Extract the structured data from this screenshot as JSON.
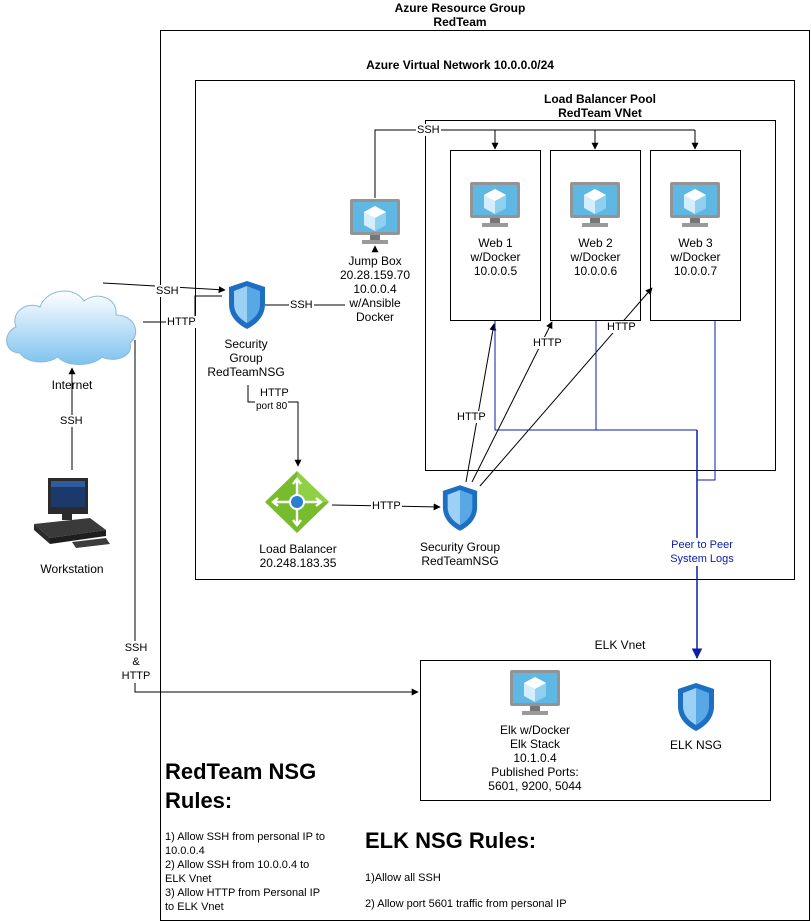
{
  "resource_group": {
    "line1": "Azure Resource Group",
    "line2": "RedTeam"
  },
  "vnet": {
    "title": "Azure Virtual Network 10.0.0.0/24"
  },
  "pool": {
    "line1": "Load Balancer Pool",
    "line2": "RedTeam VNet"
  },
  "webs": [
    {
      "name": "Web 1",
      "docker": "w/Docker",
      "ip": "10.0.0.5"
    },
    {
      "name": "Web 2",
      "docker": "w/Docker",
      "ip": "10.0.0.6"
    },
    {
      "name": "Web 3",
      "docker": "w/Docker",
      "ip": "10.0.0.7"
    }
  ],
  "jumpbox": {
    "name": "Jump Box",
    "public_ip": "20.28.159.70",
    "private_ip": "10.0.0.4",
    "ansible": "w/Ansible",
    "docker": "Docker"
  },
  "internet": {
    "label": "Internet"
  },
  "workstation": {
    "label": "Workstation"
  },
  "nsg_top": {
    "line1": "Security",
    "line2": "Group",
    "line3": "RedTeamNSG"
  },
  "nsg_bottom": {
    "line1": "Security Group",
    "line2": "RedTeamNSG"
  },
  "load_balancer": {
    "name": "Load Balancer",
    "ip": "20.248.183.35"
  },
  "elk": {
    "vnet_label": "ELK Vnet",
    "vm_line1": "Elk w/Docker",
    "vm_line2": "Elk Stack",
    "vm_ip": "10.1.0.4",
    "ports_title": "Published Ports:",
    "ports": "5601, 9200, 5044",
    "nsg": "ELK NSG"
  },
  "edge_labels": {
    "ssh": "SSH",
    "http": "HTTP",
    "http_port": "port 80",
    "ssh_and_http_1": "SSH",
    "ssh_and_http_2": "&",
    "ssh_and_http_3": "HTTP",
    "peer_1": "Peer to Peer",
    "peer_2": "System Logs"
  },
  "redteam_rules": {
    "title_1": "RedTeam NSG",
    "title_2": "Rules:",
    "body": "1) Allow SSH from personal IP to\n10.0.0.4\n2) Allow SSH from 10.0.0.4 to\nELK Vnet\n3) Allow HTTP from Personal IP\nto ELK Vnet"
  },
  "elk_rules": {
    "title": "ELK NSG Rules:",
    "rule1": "1)Allow all SSH",
    "rule2": "2) Allow port 5601 traffic from personal IP"
  },
  "colors": {
    "peer_line": "#0b1ea8",
    "azure_blue": "#2a7fd4",
    "nsg_blue": "#1c6fc1",
    "lb_green": "#76bc2d"
  }
}
